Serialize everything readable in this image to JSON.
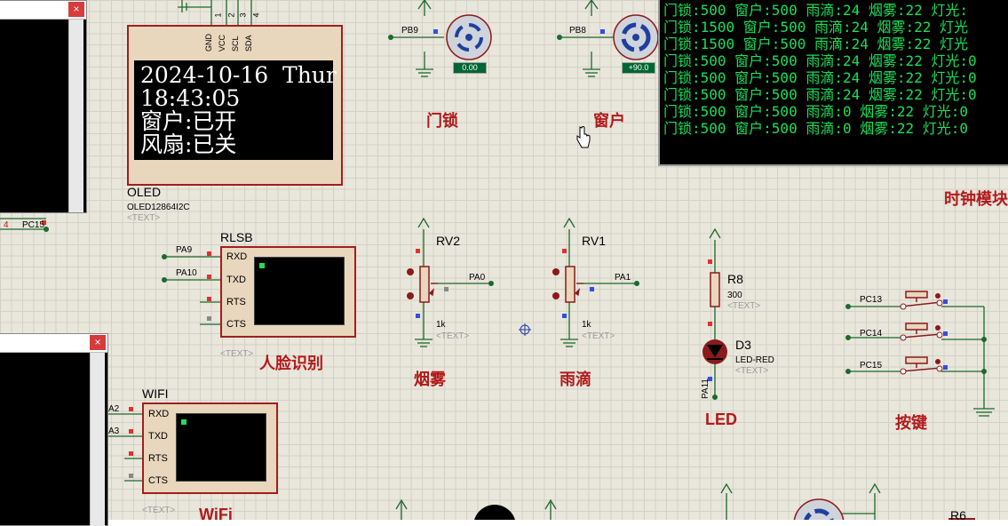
{
  "oled": {
    "name": "OLED",
    "part": "OLED12864I2C",
    "text_placeholder": "<TEXT>",
    "pins": [
      "GND",
      "VCC",
      "SCL",
      "SDA"
    ],
    "pin_numbers": [
      "1",
      "2",
      "3",
      "4"
    ],
    "screen_lines": [
      "2024-10-16  Thur",
      "18:43:05",
      "窗户:已开",
      "风扇:已关"
    ]
  },
  "motor_left": {
    "net": "PB9",
    "readout": "0.00",
    "title": "门锁"
  },
  "motor_right": {
    "net": "PB8",
    "readout": "+90.0",
    "title": "窗户"
  },
  "terminal": {
    "lines": [
      "门锁:500 窗户:500 雨滴:24 烟雾:22 灯光:",
      "门锁:1500 窗户:500 雨滴:24 烟雾:22 灯光",
      "门锁:1500 窗户:500 雨滴:24 烟雾:22 灯光",
      "门锁:500 窗户:500 雨滴:24 烟雾:22 灯光:0",
      "门锁:500 窗户:500 雨滴:24 烟雾:22 灯光:0",
      "门锁:500 窗户:500 雨滴:24 烟雾:22 灯光:0",
      "门锁:500 窗户:500 雨滴:0 烟雾:22 灯光:0",
      "门锁:500 窗户:500 雨滴:0 烟雾:22 灯光:0"
    ]
  },
  "clock_title": "时钟模块",
  "left_dialog_top": {
    "net_a": "PC15",
    "num": "4"
  },
  "rlsb": {
    "name": "RLSB",
    "pins": [
      "RXD",
      "TXD",
      "RTS",
      "CTS"
    ],
    "nets": [
      "PA9",
      "PA10"
    ],
    "text_placeholder": "<TEXT>",
    "title": "人脸识别"
  },
  "rv2": {
    "name": "RV2",
    "value": "1k",
    "text_placeholder": "<TEXT>",
    "net": "PA0",
    "title": "烟雾"
  },
  "rv1": {
    "name": "RV1",
    "value": "1k",
    "text_placeholder": "<TEXT>",
    "net": "PA1",
    "title": "雨滴"
  },
  "r8": {
    "name": "R8",
    "value": "300",
    "text_placeholder": "<TEXT>"
  },
  "d3": {
    "name": "D3",
    "part": "LED-RED",
    "text_placeholder": "<TEXT>",
    "net": "PA11",
    "title": "LED"
  },
  "buttons": {
    "nets": [
      "PC13",
      "PC14",
      "PC15"
    ],
    "title": "按键"
  },
  "wifi": {
    "name": "WIFI",
    "pins": [
      "RXD",
      "TXD",
      "RTS",
      "CTS"
    ],
    "nets": [
      "A2",
      "A3"
    ],
    "text_placeholder": "<TEXT>",
    "title": "WiFi"
  },
  "r6": {
    "name": "R6"
  },
  "close_glyph": "×",
  "colors": {
    "wire": "#1a6a2a",
    "component": "#8b1a1a",
    "terminal_text": "#19e05a",
    "title_red": "#b11a1a",
    "pin_red": "#e03030",
    "pin_blue": "#3050e0"
  }
}
